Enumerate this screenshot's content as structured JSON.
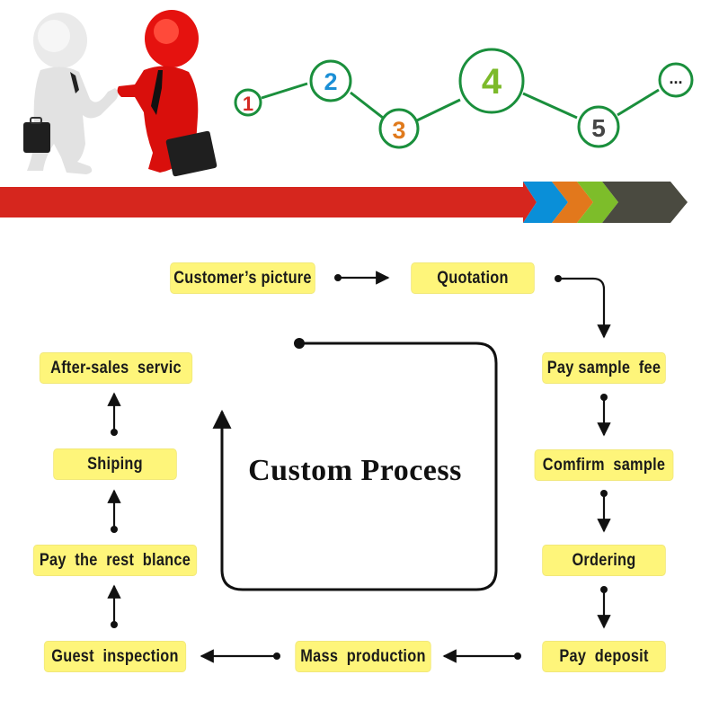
{
  "title": "Custom Process",
  "illustration": {
    "description": "Two 3D figures shaking hands (white and red) holding briefcases",
    "colors": {
      "left_figure": "#e8e8e8",
      "right_figure": "#e01010",
      "tie": "#111111",
      "briefcase": "#1c1c1c"
    }
  },
  "step_nodes": [
    {
      "label": "1",
      "color": "#d42a24"
    },
    {
      "label": "2",
      "color": "#1b8fd6"
    },
    {
      "label": "3",
      "color": "#e07a1c"
    },
    {
      "label": "4",
      "color": "#7cba2a"
    },
    {
      "label": "5",
      "color": "#454545"
    },
    {
      "label": "...",
      "color": "#222222"
    }
  ],
  "step_node_outline_color": "#1a8f3c",
  "arrow_bar": {
    "segments": [
      {
        "name": "red",
        "color": "#d6261e"
      },
      {
        "name": "blue",
        "color": "#0a8fd8"
      },
      {
        "name": "orange",
        "color": "#e2781c"
      },
      {
        "name": "green",
        "color": "#7dbd2a"
      },
      {
        "name": "dark",
        "color": "#4a4a40"
      }
    ]
  },
  "process_steps": [
    {
      "id": "customers-picture",
      "label": "Customer’s picture"
    },
    {
      "id": "quotation",
      "label": "Quotation"
    },
    {
      "id": "pay-sample-fee",
      "label": "Pay sample  fee"
    },
    {
      "id": "comfirm-sample",
      "label": "Comfirm  sample"
    },
    {
      "id": "ordering",
      "label": "Ordering"
    },
    {
      "id": "pay-deposit",
      "label": "Pay  deposit"
    },
    {
      "id": "mass-production",
      "label": "Mass  production"
    },
    {
      "id": "guest-inspection",
      "label": "Guest  inspection"
    },
    {
      "id": "pay-rest-balance",
      "label": "Pay  the  rest  blance"
    },
    {
      "id": "shiping",
      "label": "Shiping"
    },
    {
      "id": "after-sales",
      "label": "After-sales  servic"
    }
  ],
  "colors": {
    "box_fill": "#fef57a",
    "connector": "#111111"
  }
}
